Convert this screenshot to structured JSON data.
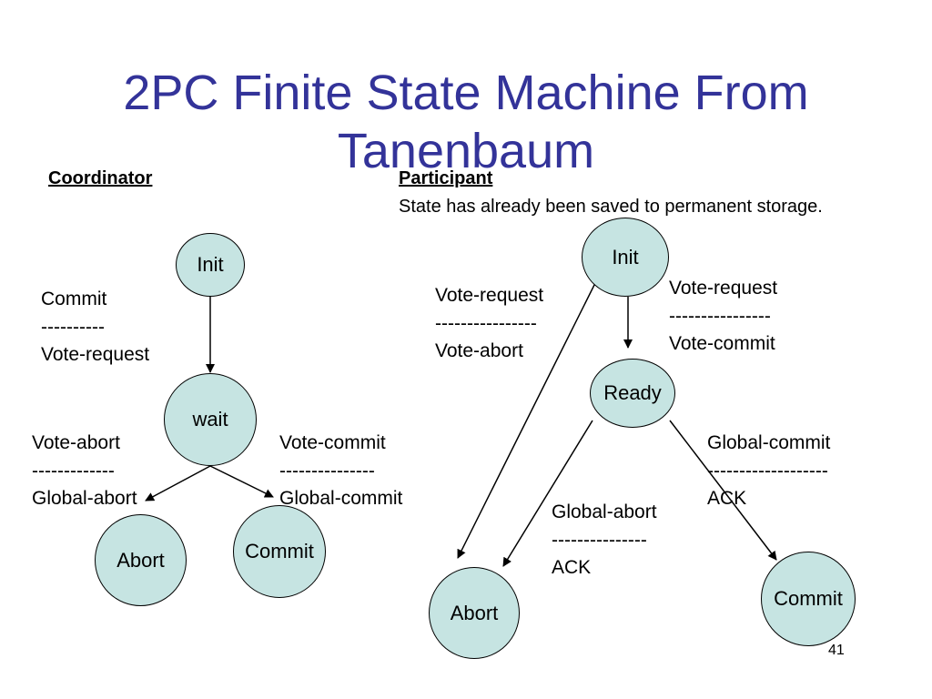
{
  "title": "2PC Finite State Machine From Tanenbaum",
  "coordinator": {
    "heading": "Coordinator",
    "states": {
      "init": "Init",
      "wait": "wait",
      "abort": "Abort",
      "commit": "Commit"
    },
    "transitions": {
      "init_wait": "Commit\n----------\nVote-request",
      "wait_abort": "Vote-abort\n-------------\nGlobal-abort",
      "wait_commit": "Vote-commit\n---------------\nGlobal-commit"
    }
  },
  "participant": {
    "heading": "Participant",
    "description": "State has already been saved to permanent storage.",
    "states": {
      "init": "Init",
      "ready": "Ready",
      "abort": "Abort",
      "commit": "Commit"
    },
    "transitions": {
      "init_abort": "Vote-request\n----------------\nVote-abort",
      "init_ready": "Vote-request\n----------------\nVote-commit",
      "ready_commit": "Global-commit\n-------------------\nACK",
      "ready_abort": "Global-abort\n---------------\nACK"
    }
  },
  "page_number": "41",
  "colors": {
    "title": "#333399",
    "node_fill": "#c6e4e2",
    "stroke": "#000000"
  }
}
